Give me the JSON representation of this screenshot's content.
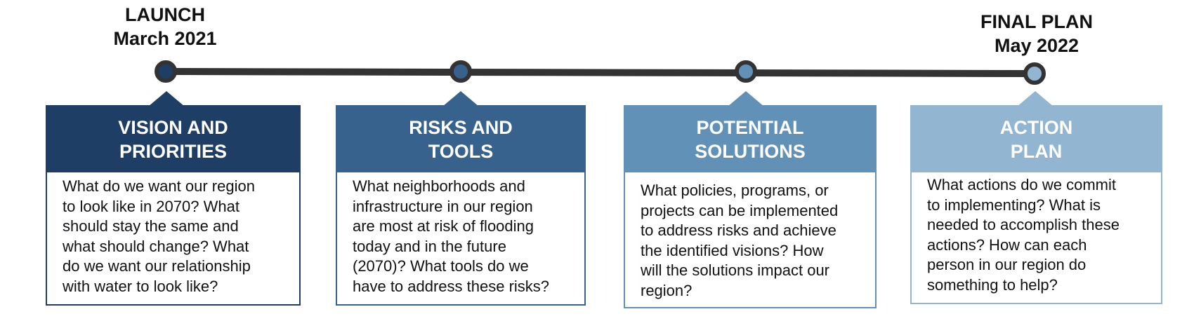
{
  "milestones": {
    "launch": {
      "title": "LAUNCH",
      "date": "March 2021"
    },
    "final": {
      "title": "FINAL PLAN",
      "date": "May 2022"
    }
  },
  "colors": {
    "timeline_line": "#333333",
    "stage_1": "#1f3e66",
    "stage_2": "#37628e",
    "stage_3": "#6291b8",
    "stage_4": "#92b5d1"
  },
  "stages": [
    {
      "heading": [
        "VISION AND",
        "PRIORITIES"
      ],
      "lines": [
        "What do we want our region",
        "to look like in 2070? What",
        "should stay the same and",
        "what should change? What",
        "do we want our relationship",
        "with water to look like?"
      ]
    },
    {
      "heading": [
        "RISKS AND",
        "TOOLS"
      ],
      "lines": [
        "What neighborhoods and",
        "infrastructure in our region",
        "are most at risk of flooding",
        "today and in the future",
        "(2070)? What tools do we",
        "have to address these risks?"
      ]
    },
    {
      "heading": [
        "POTENTIAL",
        "SOLUTIONS"
      ],
      "lines": [
        "What policies, programs, or",
        "projects can be implemented",
        "to address risks and achieve",
        "the identified visions? How",
        "will the solutions impact our",
        "region?"
      ]
    },
    {
      "heading": [
        "ACTION",
        "PLAN"
      ],
      "lines": [
        "What actions do we commit",
        "to implementing? What is",
        "needed to accomplish these",
        "actions? How can each",
        "person in our region do",
        "something to help?"
      ]
    }
  ]
}
